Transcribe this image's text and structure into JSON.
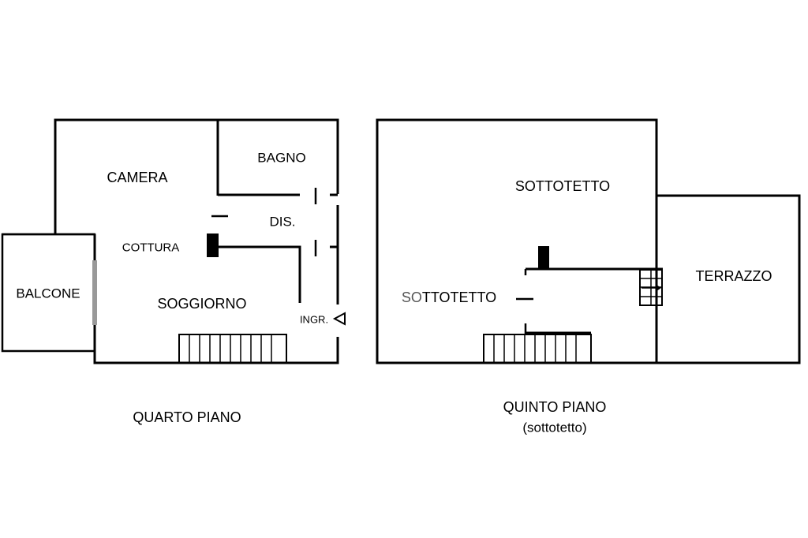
{
  "floors": [
    {
      "title": "QUARTO PIANO",
      "rooms": {
        "camera": "CAMERA",
        "bagno": "BAGNO",
        "dis": "DIS.",
        "cottura": "COTTURA",
        "balcone": "BALCONE",
        "soggiorno": "SOGGIORNO",
        "ingresso": "INGR."
      }
    },
    {
      "title": "QUINTO PIANO",
      "subtitle": "(sottotetto)",
      "rooms": {
        "sottotetto_top": "SOTTOTETTO",
        "sottotetto_left_prefix": "SO",
        "sottotetto_left_rest": "TTOTETTO",
        "terrazzo": "TERRAZZO"
      }
    }
  ],
  "colors": {
    "wall": "#000000",
    "background": "#ffffff",
    "window": "#999999"
  }
}
